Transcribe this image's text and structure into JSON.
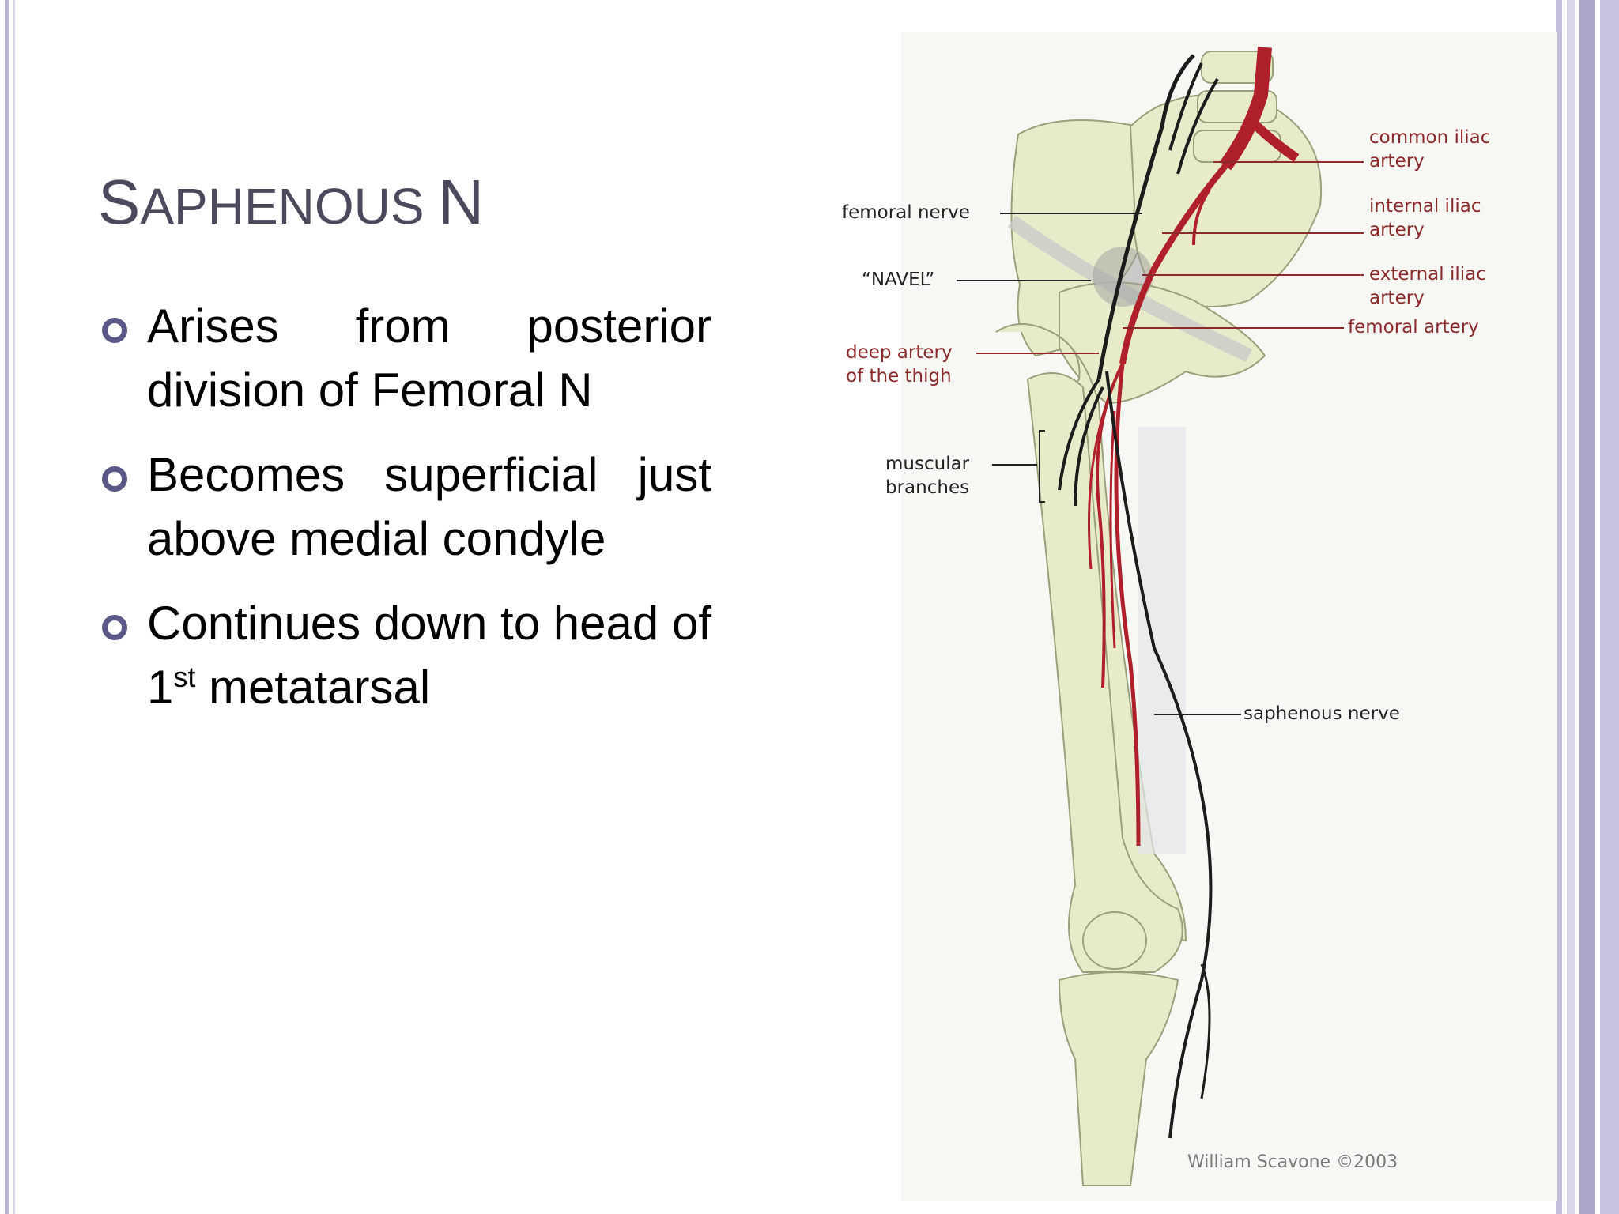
{
  "slide": {
    "title_cap_1": "S",
    "title_rest_1": "APHENOUS",
    "title_cap_2": "N"
  },
  "bullets": [
    {
      "text": "Arises from posterior division of Femoral N"
    },
    {
      "text": "Becomes superficial just above medial condyle"
    },
    {
      "text_before": "Continues down to head of 1",
      "superscript": "st",
      "text_after": " metatarsal"
    }
  ],
  "diagram": {
    "labels": {
      "femoral_nerve": "femoral nerve",
      "navel": "“NAVEL”",
      "deep_artery_1": "deep artery",
      "deep_artery_2": "of the thigh",
      "muscular_1": "muscular",
      "muscular_2": "branches",
      "common_iliac_1": "common iliac",
      "common_iliac_2": "artery",
      "internal_iliac_1": "internal iliac",
      "internal_iliac_2": "artery",
      "external_iliac_1": "external iliac",
      "external_iliac_2": "artery",
      "femoral_artery": "femoral artery",
      "saphenous_nerve": "saphenous nerve"
    },
    "credit": "William Scavone ©2003"
  },
  "colors": {
    "title": "#4b4a5c",
    "bullet_marker": "#5a5886",
    "bone": "#e8ebca",
    "artery": "#b0202a",
    "nerve": "#1c1c1c",
    "artery_label": "#8a2a2a",
    "nerve_label": "#222222"
  }
}
